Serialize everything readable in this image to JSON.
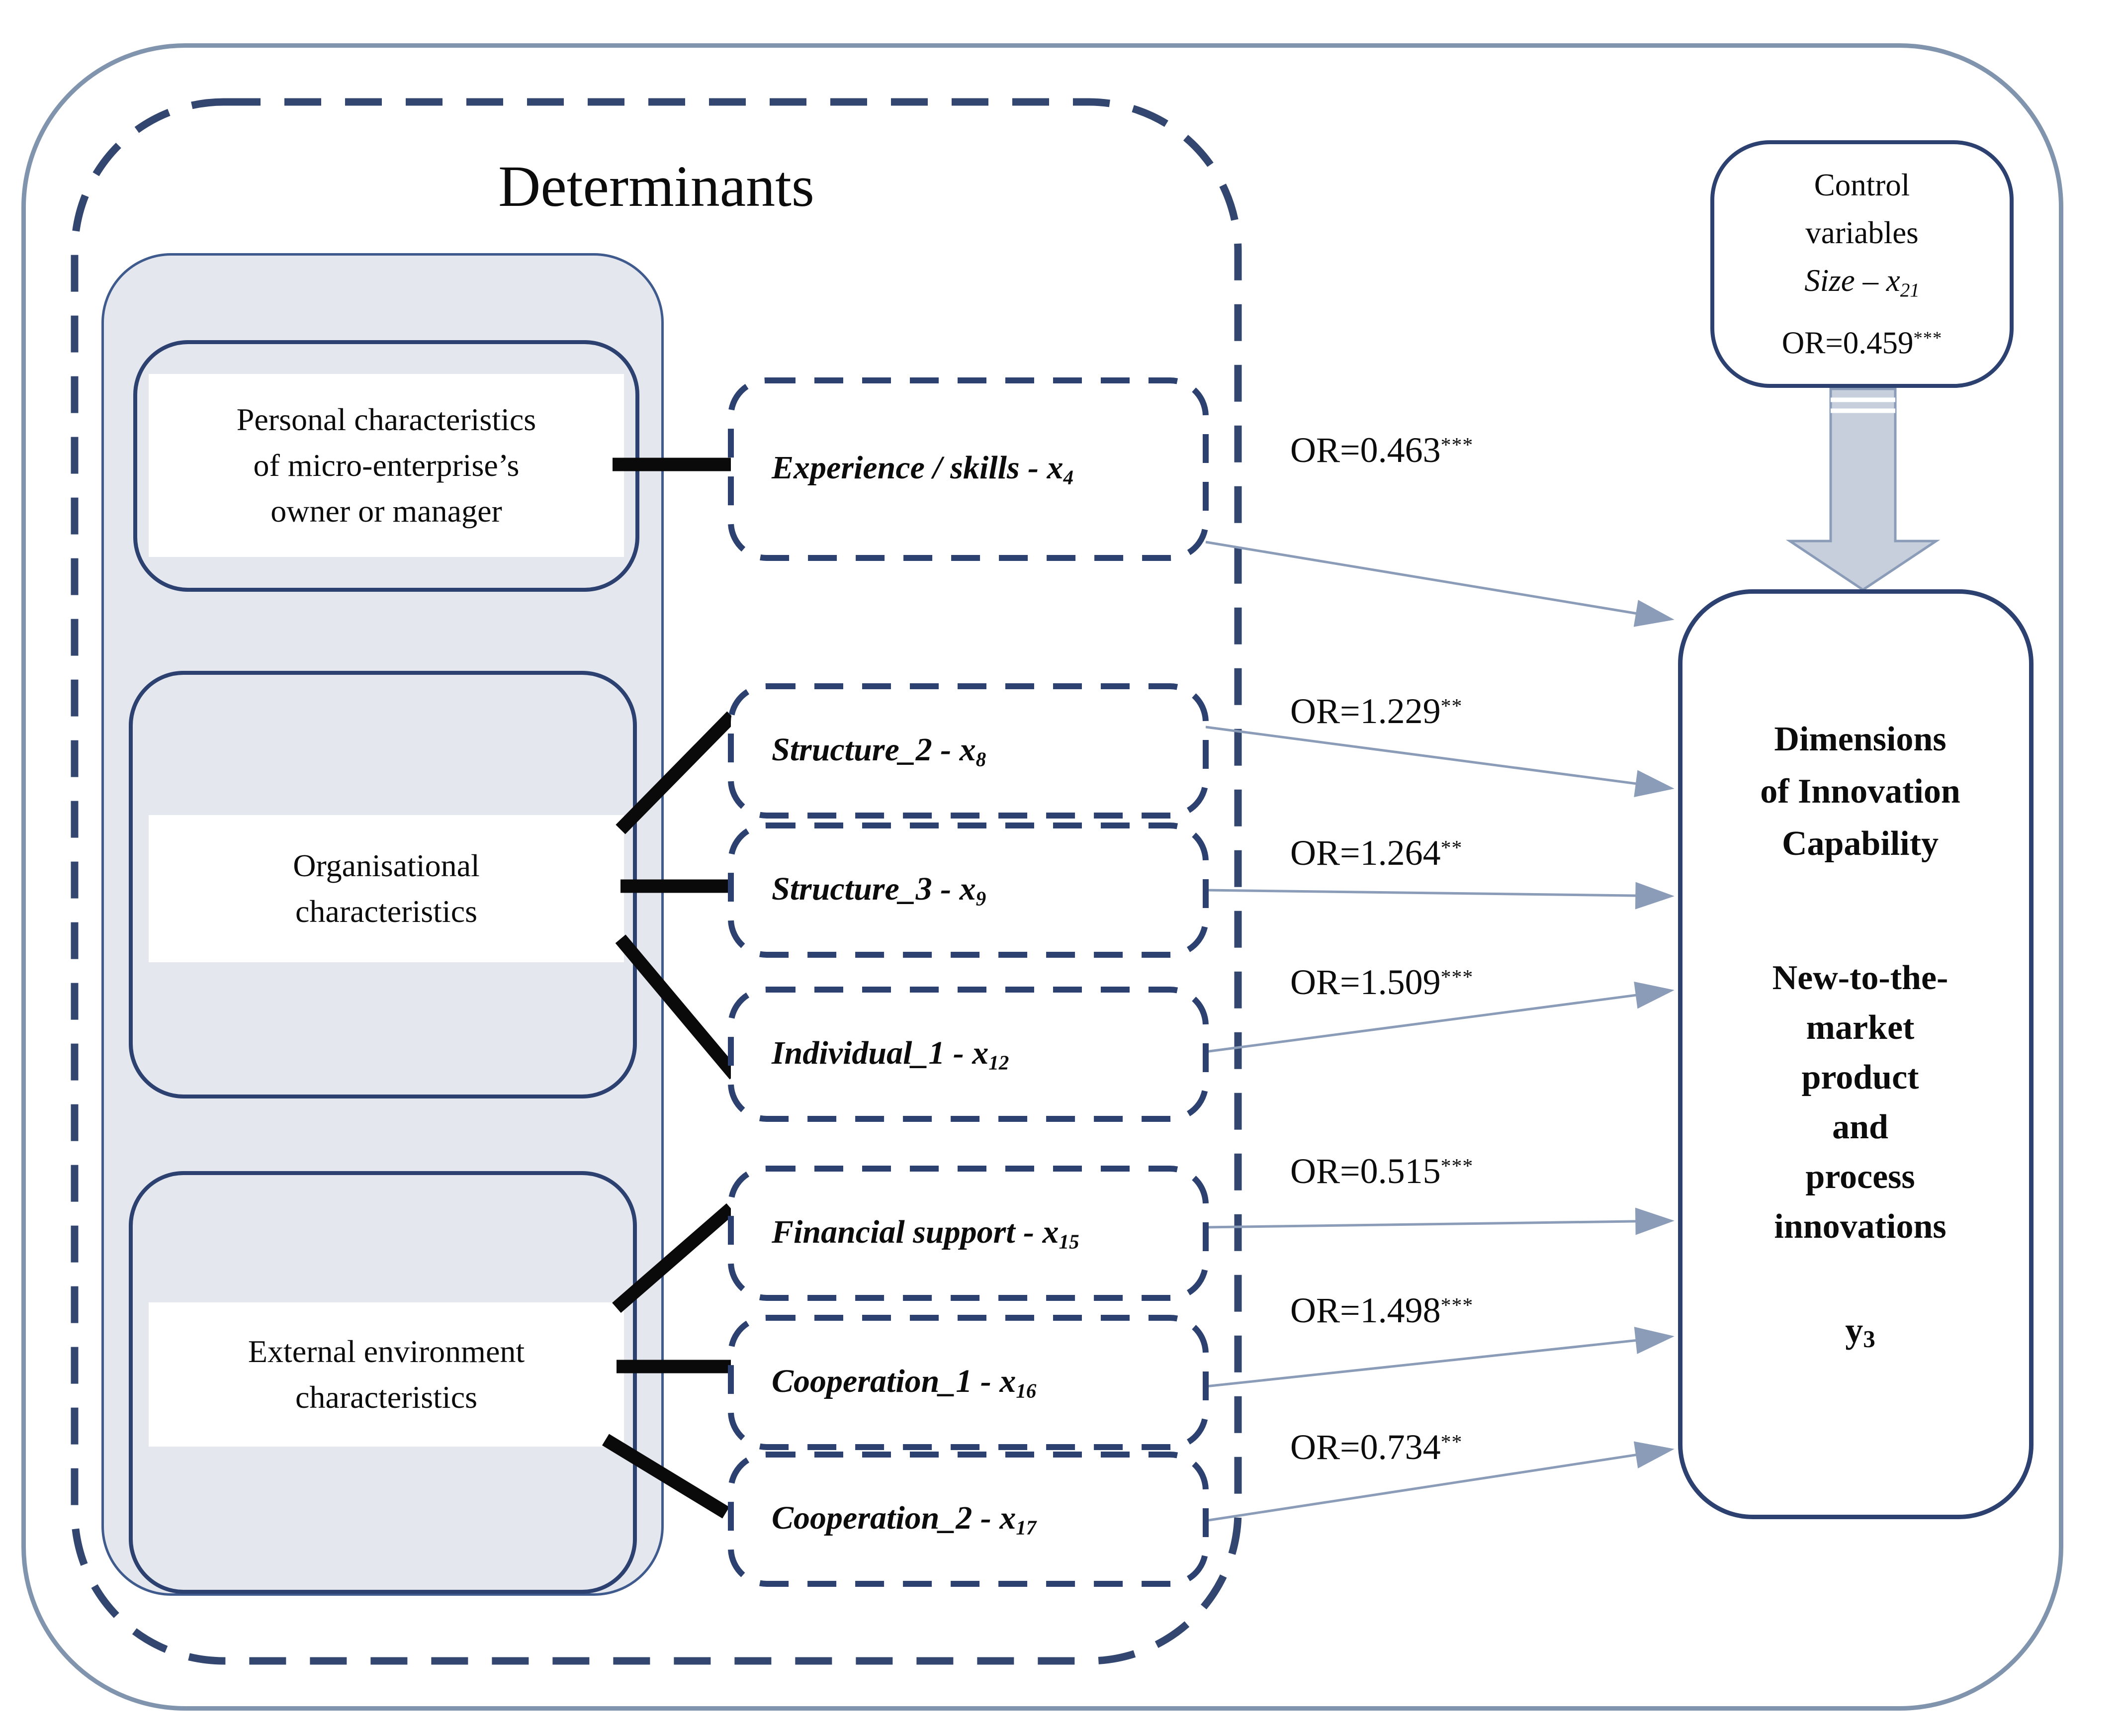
{
  "title": "Determinants",
  "groups": [
    {
      "name": "personal",
      "lines": [
        "Personal characteristics",
        "of micro-enterprise’s",
        "owner or manager"
      ]
    },
    {
      "name": "organisational",
      "lines": [
        "Organisational",
        "characteristics"
      ]
    },
    {
      "name": "external",
      "lines": [
        "External environment",
        "characteristics"
      ]
    }
  ],
  "factors": [
    {
      "label": "Experience / skills - x",
      "sub": "4",
      "or_value": "OR=0.463",
      "stars": "***"
    },
    {
      "label": "Structure_2 - x",
      "sub": "8",
      "or_value": "OR=1.229",
      "stars": "**"
    },
    {
      "label": "Structure_3 - x",
      "sub": "9",
      "or_value": "OR=1.264",
      "stars": "**"
    },
    {
      "label": "Individual_1 - x",
      "sub": "12",
      "or_value": "OR=1.509",
      "stars": "***"
    },
    {
      "label": "Financial support - x",
      "sub": "15",
      "or_value": "OR=0.515",
      "stars": "***"
    },
    {
      "label": "Cooperation_1 - x",
      "sub": "16",
      "or_value": "OR=1.498",
      "stars": "***"
    },
    {
      "label": "Cooperation_2 - x",
      "sub": "17",
      "or_value": "OR=0.734",
      "stars": "**"
    }
  ],
  "control_box": {
    "line1": "Control",
    "line2": "variables",
    "size_label": "Size – x",
    "size_sub": "21",
    "or_value": "OR=0.459",
    "stars": "***"
  },
  "outcome_box": {
    "heading1": "Dimensions",
    "heading2": "of Innovation",
    "heading3": "Capability",
    "body1": "New-to-the-",
    "body2": "market",
    "body3": "product",
    "body4": "and",
    "body5": "process",
    "body6": "innovations",
    "y_base": "y",
    "y_sub": "3"
  },
  "colors": {
    "navy_border": "#2c4170",
    "dashed_navy": "#32466f",
    "outer_frame": "#8194ae",
    "panel_fill": "#e4e7ee",
    "arrow_gray_blue": "#8b9cb8",
    "big_arrow_fill": "#c7cfdd",
    "connector_black": "#0a0a0a"
  }
}
